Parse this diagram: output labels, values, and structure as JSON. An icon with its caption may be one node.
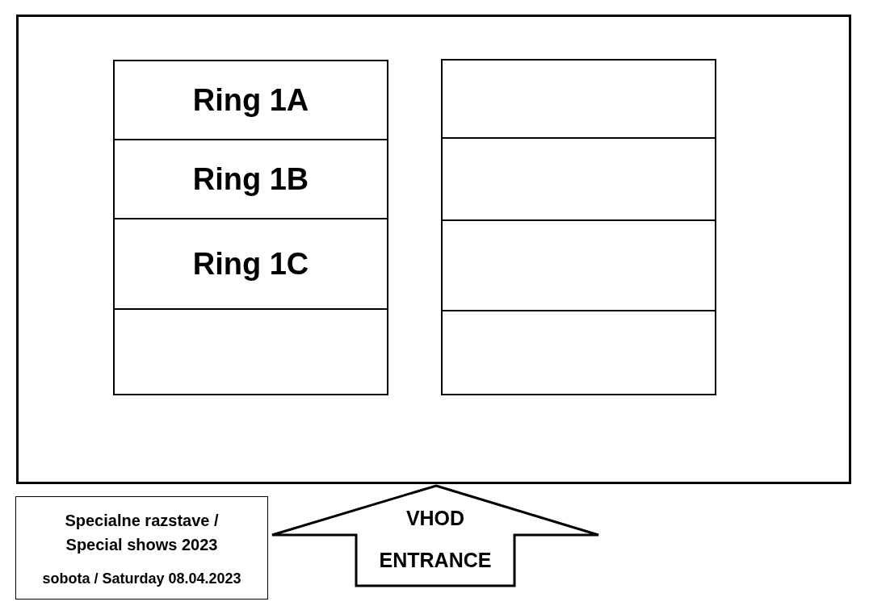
{
  "diagram": {
    "nodes": [
      {
        "text": [],
        "shape": "box"
      },
      {
        "text": [
          "Ring 1A"
        ],
        "in": 0
      },
      {
        "text": [
          "Ring 1B"
        ],
        "in": 0
      },
      {
        "text": [
          "Ring 1C"
        ],
        "in": 0
      },
      {
        "text": [],
        "shape": "box",
        "in": 0
      },
      {
        "text": [],
        "shape": "box",
        "in": 0
      },
      {
        "text": [],
        "shape": "box",
        "in": 0
      },
      {
        "text": [],
        "shape": "box",
        "in": 0
      },
      {
        "text": [],
        "shape": "box",
        "in": 0
      },
      {
        "text": [
          "VHOD",
          "ENTRANCE"
        ]
      },
      {
        "text": [
          "Specialne razstave / Special shows 2023",
          "sobota / Saturday 08.04.2023"
        ]
      }
    ],
    "edges": []
  }
}
